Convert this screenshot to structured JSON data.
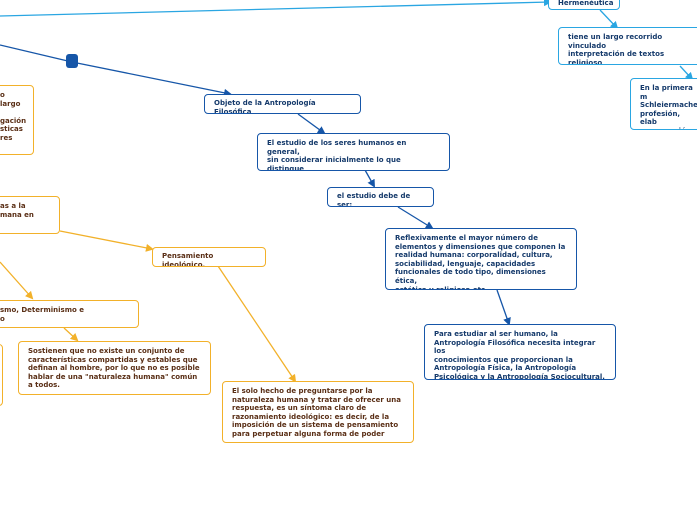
{
  "nodes": {
    "hermeneutica": "Hermenéutica",
    "largo_recorrido": "tiene un largo recorrido vinculado\ninterpretación de textos religioso\nliterarios, históricos y jurídicos.",
    "primera": "En la primera m\nSchleiermacher\nprofesión, elab\ncomprensión ir\nde otros ámbit",
    "objeto": "Objeto de la Antropología Filosófica",
    "estudio": "El estudio de los seres humanos en general,\nsin considerar inicialmente lo que distingue\na unos de otros.",
    "debe_ser": "el estudio debe de ser:",
    "reflexivamente": "Reflexivamente el mayor número de\nelementos y dimensiones que componen la\nrealidad humana: corporalidad, cultura,\nsociabilidad, lenguaje, capacidades\nfuncionales de todo tipo, dimensiones ética,\nestética y religiosa,etc.",
    "integrar": "Para estudiar al ser humano, la\nAntropología Filosófica necesita integrar los\nconocimientos que proporcionan la\nAntropología Física, la Antropología\nPsicológica y la Antropología Sociocultural.",
    "left_top": "o largo\n\ngación\nsticas\nres",
    "left_mid": "as a la\nmana en",
    "pensamiento": "Pensamiento ideológico.",
    "solo_hecho": "El solo hecho de preguntarse por la\nnaturaleza humana y tratar de ofrecer una\nrespuesta, es un síntoma claro de\nrazonamiento ideológico: es decir, de la\nimposición de un sistema de pensamiento\npara perpetuar alguna forma de poder",
    "determinismo": "smo, Determinismo e\no",
    "sostienen": "Sostienen que no existe un conjunto de\ncaracterísticas compartidas y estables que\ndefinan al hombre, por lo que no es posible\nhablar de una \"naturaleza humana\" común\na todos."
  }
}
